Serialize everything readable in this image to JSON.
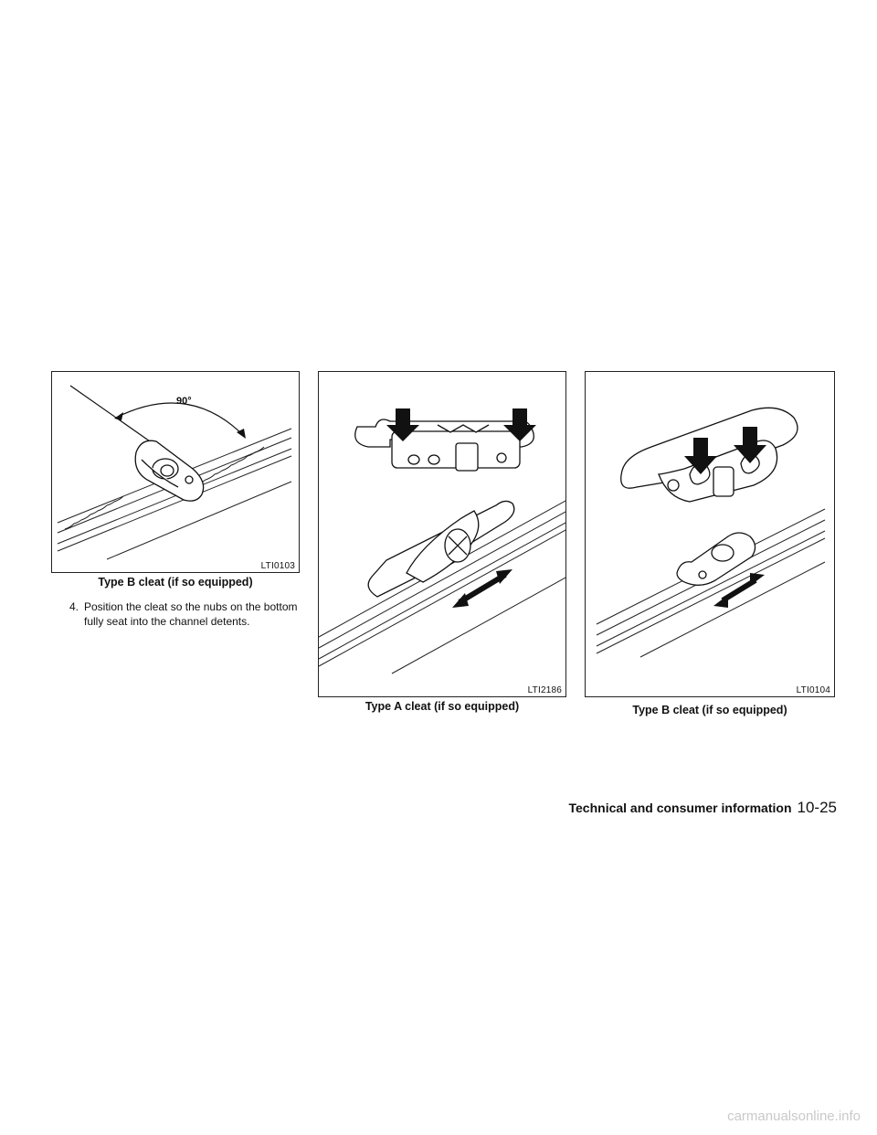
{
  "figures": [
    {
      "code": "LTI0103",
      "caption": "Type B cleat (if so equipped)",
      "angle_label": "90°"
    },
    {
      "code": "LTI2186",
      "caption": "Type A cleat (if so equipped)"
    },
    {
      "code": "LTI0104",
      "caption": "Type B cleat (if so equipped)"
    }
  ],
  "step": {
    "number": "4.",
    "line1": "Position the cleat so the nubs on the bottom",
    "line2": "fully seat into the channel detents."
  },
  "footer": {
    "section_title": "Technical and consumer information",
    "page_number": "10-25"
  },
  "watermark": "carmanualsonline.info"
}
